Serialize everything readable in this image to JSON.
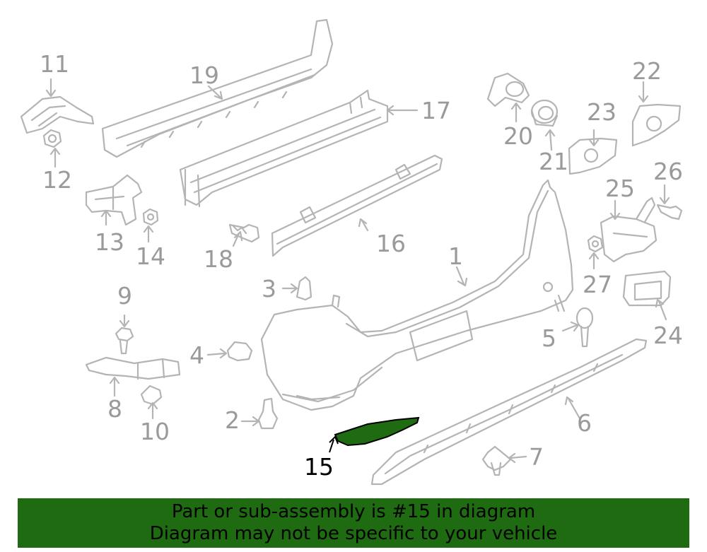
{
  "callouts": {
    "c1": "1",
    "c2": "2",
    "c3": "3",
    "c4": "4",
    "c5": "5",
    "c6": "6",
    "c7": "7",
    "c8": "8",
    "c9": "9",
    "c10": "10",
    "c11": "11",
    "c12": "12",
    "c13": "13",
    "c14": "14",
    "c15": "15",
    "c16": "16",
    "c17": "17",
    "c18": "18",
    "c19": "19",
    "c20": "20",
    "c21": "21",
    "c22": "22",
    "c23": "23",
    "c24": "24",
    "c25": "25",
    "c26": "26",
    "c27": "27"
  },
  "highlight": {
    "part": "15",
    "color": "#1f6b12"
  },
  "banner": {
    "line1": "Part or sub-assembly is #15 in diagram",
    "line2": "Diagram may not be specific to your vehicle",
    "background": "#1f6b12"
  }
}
